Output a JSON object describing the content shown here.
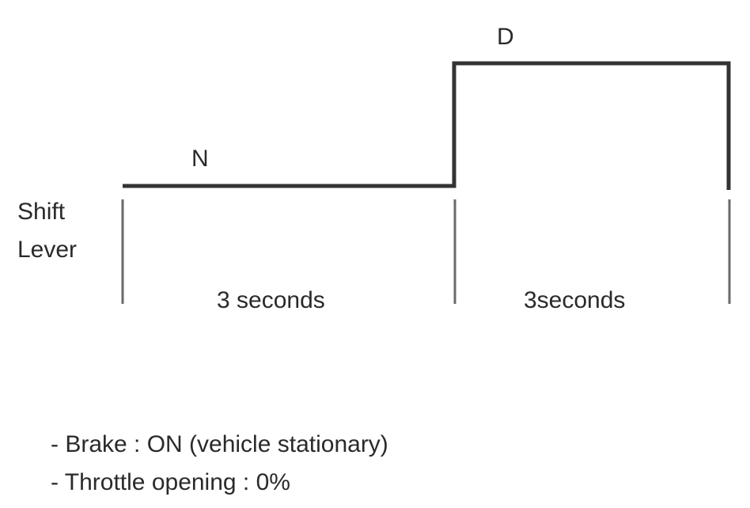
{
  "diagram": {
    "axis_label_lines": [
      "Shift",
      "Lever"
    ],
    "states": {
      "n": "N",
      "d": "D"
    },
    "durations": [
      "3 seconds",
      "3seconds"
    ],
    "notes": [
      "- Brake : ON (vehicle stationary)",
      "- Throttle opening : 0%"
    ],
    "colors": {
      "waveform": "#333333",
      "divider": "#6a6a6a",
      "text": "#2a2a2a",
      "background": "#ffffff"
    }
  }
}
